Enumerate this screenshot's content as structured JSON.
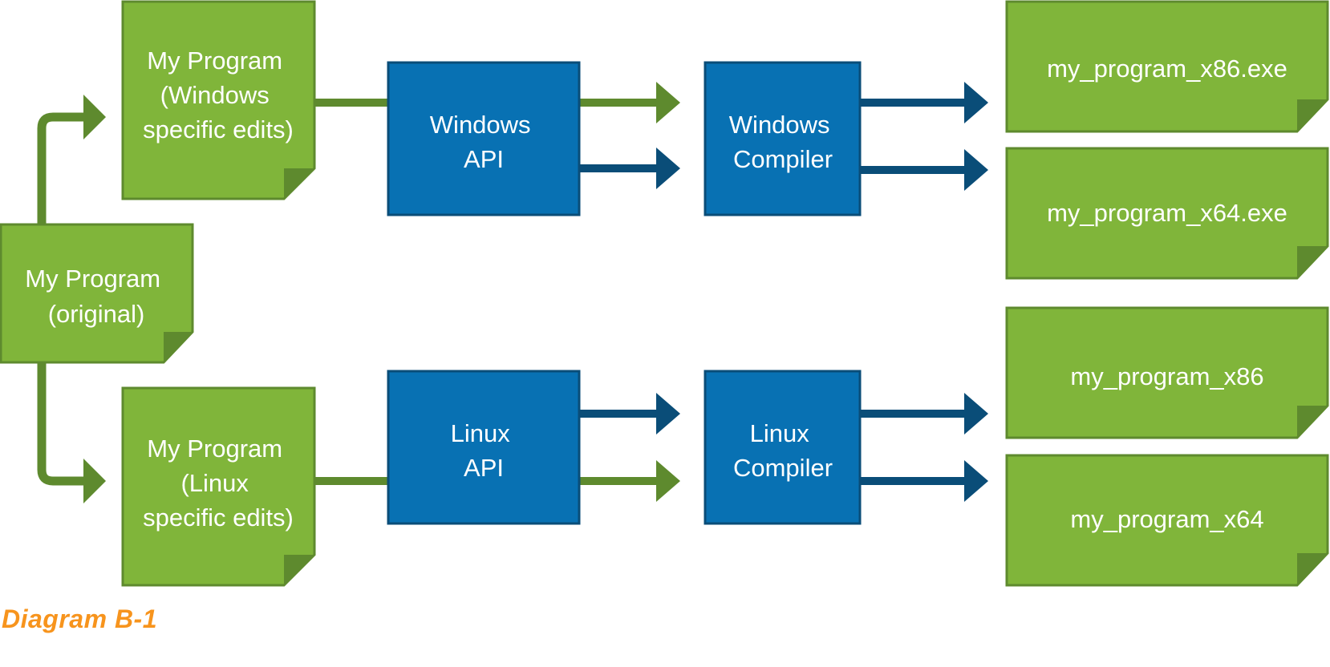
{
  "caption": "Diagram B-1",
  "colors": {
    "green": "#80b53a",
    "green_dark": "#5e8a2e",
    "green_border": "#5e8a2e",
    "blue": "#0871b3",
    "blue_dark": "#0a4d78",
    "text": "#ffffff",
    "caption": "#f7941d"
  },
  "nodes": {
    "original": {
      "lines": [
        "My Program",
        "(original)"
      ]
    },
    "windows_program": {
      "lines": [
        "My Program",
        "(Windows",
        "specific edits)"
      ]
    },
    "linux_program": {
      "lines": [
        "My Program",
        "(Linux",
        "specific edits)"
      ]
    },
    "windows_api": {
      "lines": [
        "Windows",
        "API"
      ]
    },
    "linux_api": {
      "lines": [
        "Linux",
        "API"
      ]
    },
    "windows_compiler": {
      "lines": [
        "Windows",
        "Compiler"
      ]
    },
    "linux_compiler": {
      "lines": [
        "Linux",
        "Compiler"
      ]
    },
    "out_win_x86": {
      "lines": [
        "my_program_x86.exe"
      ]
    },
    "out_win_x64": {
      "lines": [
        "my_program_x64.exe"
      ]
    },
    "out_linux_x86": {
      "lines": [
        "my_program_x86"
      ]
    },
    "out_linux_x64": {
      "lines": [
        "my_program_x64"
      ]
    }
  }
}
